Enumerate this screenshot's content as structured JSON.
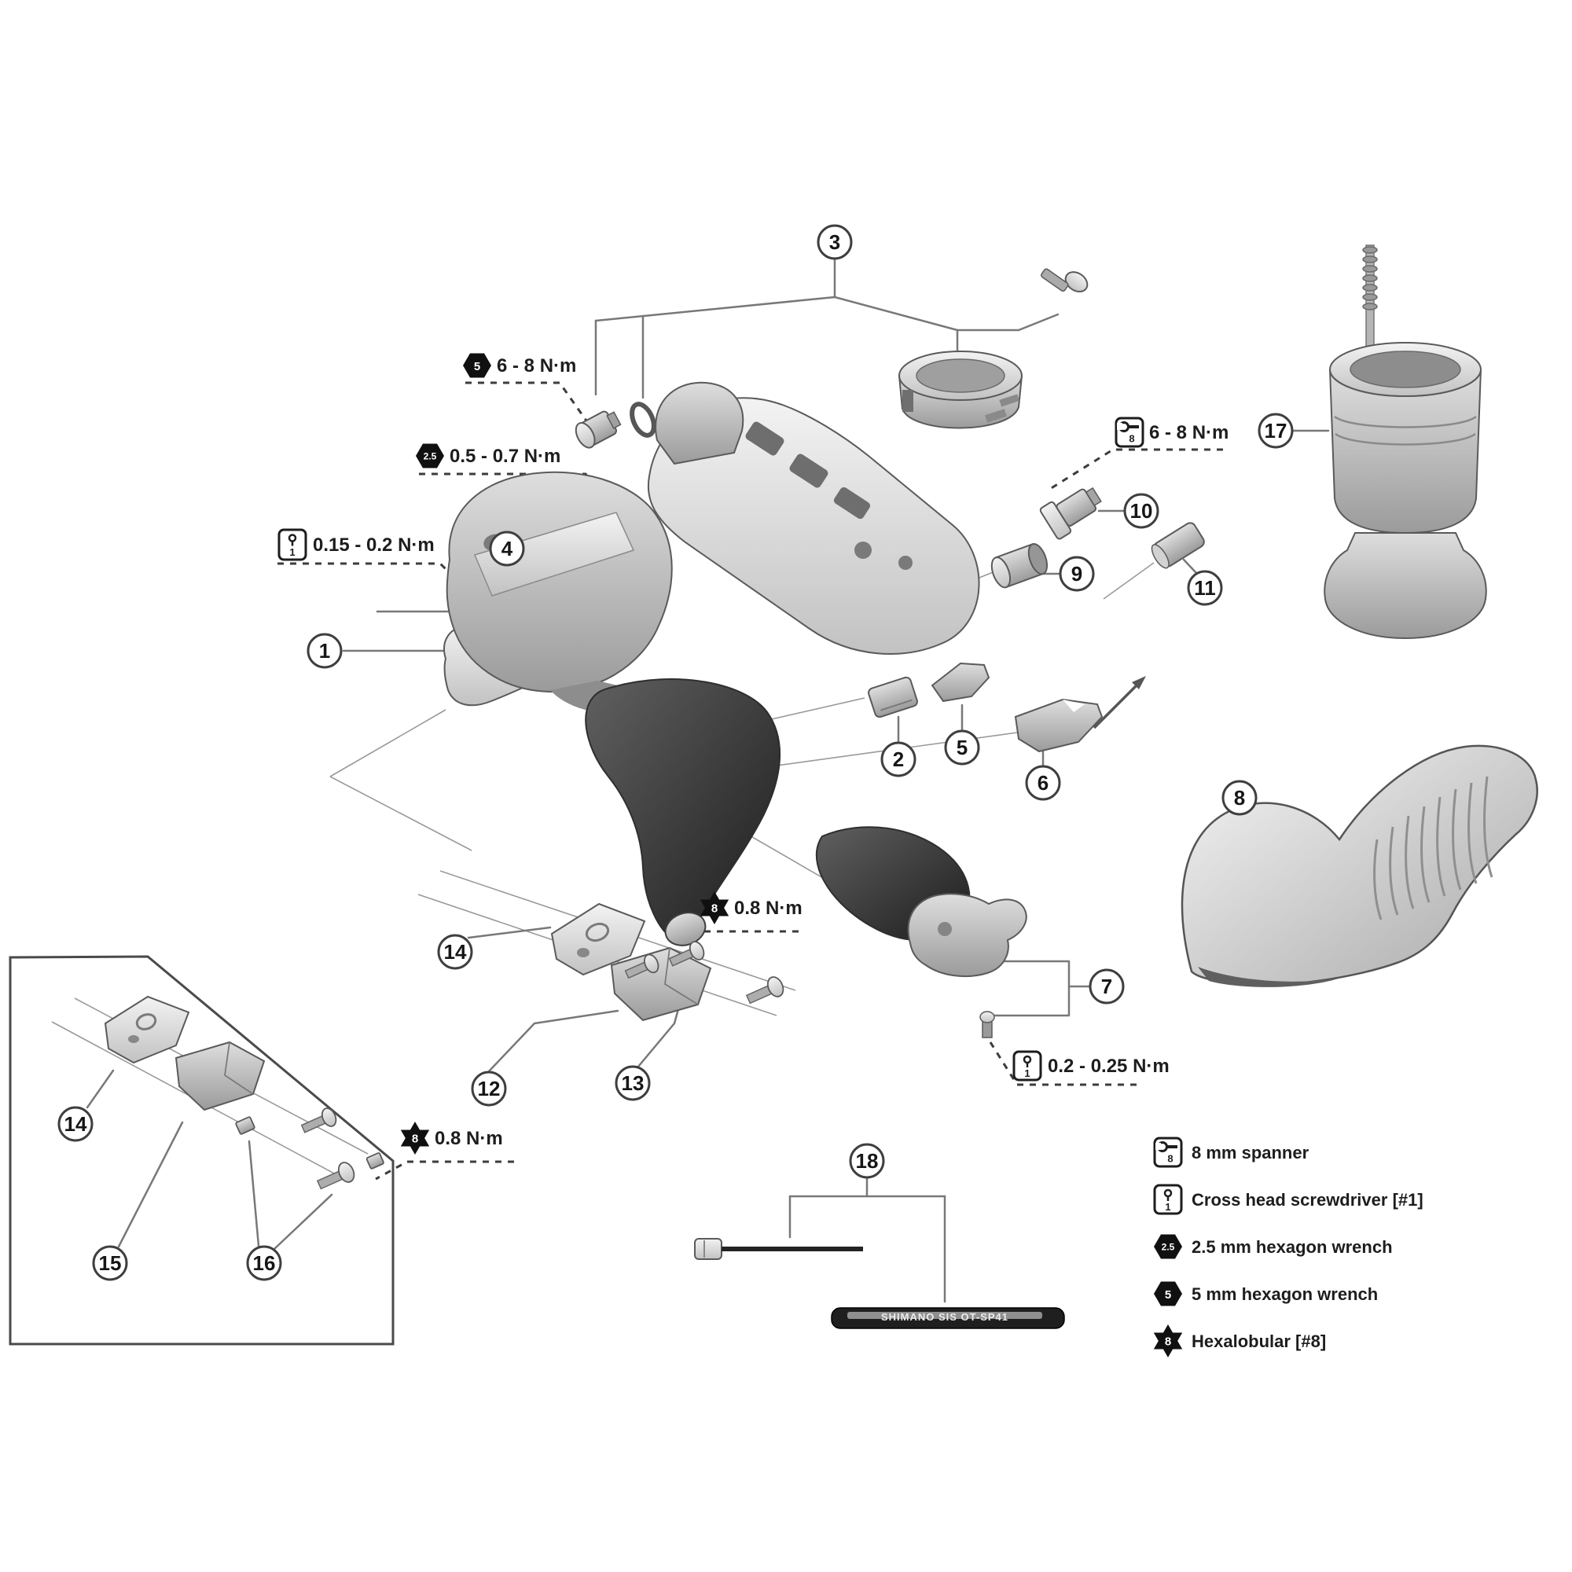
{
  "diagram": {
    "type": "exploded-parts-diagram",
    "subject": "road shifter / dual control lever parts"
  },
  "callouts": {
    "n1": "1",
    "n2": "2",
    "n3": "3",
    "n4": "4",
    "n5": "5",
    "n6": "6",
    "n7": "7",
    "n8": "8",
    "n9": "9",
    "n10": "10",
    "n11": "11",
    "n12": "12",
    "n13": "13",
    "n14": "14",
    "n14b": "14",
    "n15": "15",
    "n16": "16",
    "n17": "17",
    "n18": "18"
  },
  "torque": {
    "a": {
      "tool": "5",
      "text": "6 - 8 N·m"
    },
    "b": {
      "tool": "2.5",
      "text": "0.5 - 0.7 N·m"
    },
    "c": {
      "tool": "1",
      "text": "0.15 - 0.2 N·m"
    },
    "d": {
      "tool": "8",
      "text": "6 - 8 N·m"
    },
    "e": {
      "tool": "8",
      "text": "0.8 N·m"
    },
    "f": {
      "tool": "8",
      "text": "0.8 N·m"
    },
    "g": {
      "tool": "1",
      "text": "0.2 - 0.25 N·m"
    }
  },
  "legend": {
    "items": [
      {
        "icon": "spanner-icon",
        "icon_text": "8",
        "label": "8 mm spanner"
      },
      {
        "icon": "screwdriver-icon",
        "icon_text": "1",
        "label": "Cross head screwdriver [#1]"
      },
      {
        "icon": "hexagon-wrench-icon",
        "icon_text": "2.5",
        "label": "2.5 mm hexagon wrench"
      },
      {
        "icon": "hexagon-wrench-icon",
        "icon_text": "5",
        "label": "5 mm hexagon wrench"
      },
      {
        "icon": "hexalobular-icon",
        "icon_text": "8",
        "label": "Hexalobular [#8]"
      }
    ]
  },
  "cable": {
    "housing_text": "SHIMANO SIS OT-SP41"
  },
  "colors": {
    "background": "#ffffff",
    "line": "#787878",
    "dashed_line": "#3c3c3c",
    "balloon_stroke": "#3f3f3f",
    "text": "#1d1d1d",
    "tool_icon": "#101010",
    "part_light": "#ececec",
    "part_mid": "#b8b8b8",
    "part_dark": "#3a3a3a",
    "housing": "#1f1f1f"
  }
}
